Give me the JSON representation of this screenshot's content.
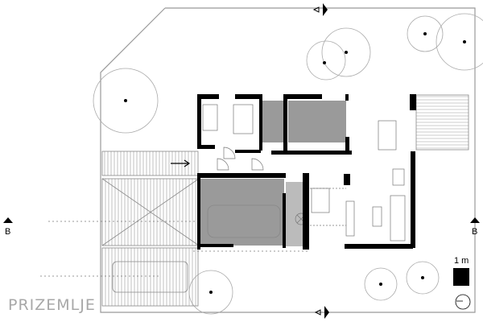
{
  "plan": {
    "title": "PRIZEMLJE",
    "section_left": "B",
    "section_right": "B",
    "scale_label": "1 m",
    "colors": {
      "wall": "#000000",
      "shaded_room": "#9a9a9a",
      "line": "#888888"
    }
  }
}
